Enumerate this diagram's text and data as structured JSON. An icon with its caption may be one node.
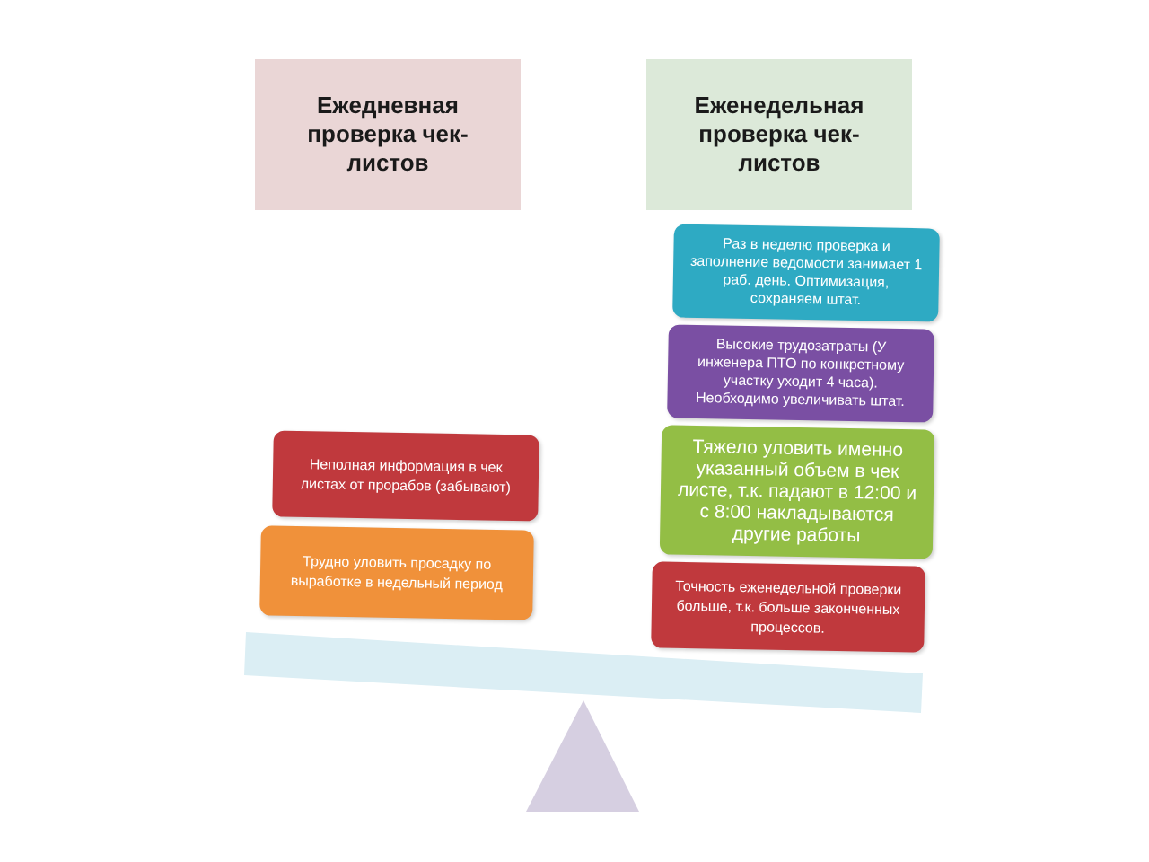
{
  "diagram": {
    "nodes": [
      {
        "text": [
          "Ежедневная проверка чек-листов"
        ]
      },
      {
        "text": [
          "Еженедельная проверка чек-листов"
        ]
      },
      {
        "text": [
          "Неполная информация в чек листах от прорабов (забывают)"
        ]
      },
      {
        "text": [
          "Трудно уловить просадку по выработке в недельный период"
        ]
      },
      {
        "text": [
          "Раз в неделю проверка и заполнение ведомости занимает 1 раб. день. Оптимизация, сохраняем штат."
        ]
      },
      {
        "text": [
          "Высокие трудозатраты (У инженера ПТО по конкретному участку уходит 4 часа). Необходимо увеличивать штат."
        ]
      },
      {
        "text": [
          "Тяжело уловить именно указанный объем в чек листе, т.к. падают в 12:00 и с 8:00 накладываются другие работы"
        ]
      },
      {
        "text": [
          "Точность еженедельной проверки больше, т.к. больше законченных процессов."
        ]
      }
    ]
  }
}
